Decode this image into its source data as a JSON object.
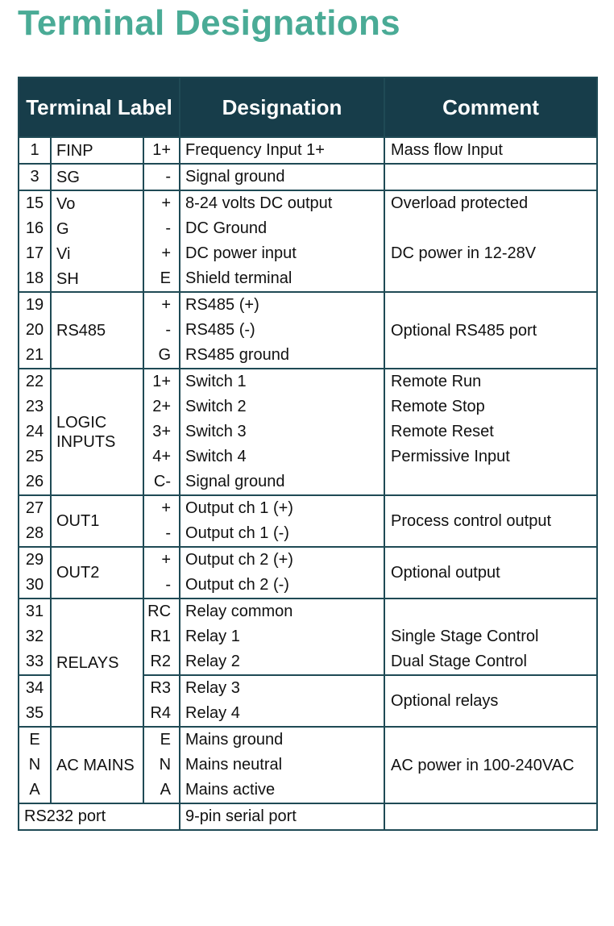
{
  "title": "Terminal Designations",
  "header": {
    "terminal_label": "Terminal Label",
    "designation": "Designation",
    "comment": "Comment"
  },
  "colors": {
    "title": "#4aab96",
    "header_bg": "#173d4a",
    "border": "#1f4a55"
  },
  "groups": [
    {
      "label": "FINP",
      "subgroups": [
        {
          "rows": [
            {
              "num": "1",
              "sign": "1+",
              "desig": "Frequency Input 1+",
              "comment": "Mass flow Input"
            }
          ]
        }
      ]
    },
    {
      "label": "SG",
      "subgroups": [
        {
          "rows": [
            {
              "num": "3",
              "sign": "-",
              "desig": "Signal ground",
              "comment": ""
            }
          ]
        }
      ]
    },
    {
      "label": null,
      "subgroups": [
        {
          "rows": [
            {
              "num": "15",
              "lab": "Vo",
              "sign": "+",
              "desig": "8-24 volts DC output",
              "comment": "Overload protected"
            },
            {
              "num": "16",
              "lab": "G",
              "sign": "-",
              "desig": "DC Ground",
              "comment": ""
            },
            {
              "num": "17",
              "lab": "Vi",
              "sign": "+",
              "desig": "DC power input",
              "comment": "DC power in 12-28V"
            },
            {
              "num": "18",
              "lab": "SH",
              "sign": "E",
              "desig": "Shield terminal",
              "comment": ""
            }
          ]
        }
      ]
    },
    {
      "label": "RS485",
      "subgroups": [
        {
          "span_comment": "Optional RS485 port",
          "rows": [
            {
              "num": "19",
              "sign": "+",
              "desig": "RS485 (+)"
            },
            {
              "num": "20",
              "sign": "-",
              "desig": "RS485 (-)"
            },
            {
              "num": "21",
              "sign": "G",
              "desig": "RS485 ground"
            }
          ]
        }
      ]
    },
    {
      "label": "LOGIC INPUTS",
      "subgroups": [
        {
          "rows": [
            {
              "num": "22",
              "sign": "1+",
              "desig": "Switch 1",
              "comment": "Remote Run"
            },
            {
              "num": "23",
              "sign": "2+",
              "desig": "Switch 2",
              "comment": "Remote Stop"
            },
            {
              "num": "24",
              "sign": "3+",
              "desig": "Switch 3",
              "comment": "Remote Reset"
            },
            {
              "num": "25",
              "sign": "4+",
              "desig": "Switch 4",
              "comment": "Permissive Input"
            },
            {
              "num": "26",
              "sign": "C-",
              "desig": "Signal ground",
              "comment": ""
            }
          ]
        }
      ]
    },
    {
      "label": "OUT1",
      "subgroups": [
        {
          "span_comment": "Process control output",
          "rows": [
            {
              "num": "27",
              "sign": "+",
              "desig": "Output ch 1 (+)"
            },
            {
              "num": "28",
              "sign": "-",
              "desig": "Output ch 1 (-)"
            }
          ]
        }
      ]
    },
    {
      "label": "OUT2",
      "subgroups": [
        {
          "span_comment": "Optional output",
          "rows": [
            {
              "num": "29",
              "sign": "+",
              "desig": "Output ch 2 (+)"
            },
            {
              "num": "30",
              "sign": "-",
              "desig": "Output ch 2 (-)"
            }
          ]
        }
      ]
    },
    {
      "label": "RELAYS",
      "subgroups": [
        {
          "rows": [
            {
              "num": "31",
              "sign": "RC",
              "desig": "Relay common",
              "comment": ""
            },
            {
              "num": "32",
              "sign": "R1",
              "desig": "Relay 1",
              "comment": "Single Stage Control"
            },
            {
              "num": "33",
              "sign": "R2",
              "desig": "Relay 2",
              "comment": "Dual Stage Control"
            }
          ]
        },
        {
          "span_comment": "Optional relays",
          "rows": [
            {
              "num": "34",
              "sign": "R3",
              "desig": "Relay 3"
            },
            {
              "num": "35",
              "sign": "R4",
              "desig": "Relay 4"
            }
          ]
        }
      ]
    },
    {
      "label": "AC MAINS",
      "subgroups": [
        {
          "span_comment": "AC power in 100-240VAC",
          "rows": [
            {
              "num": "E",
              "sign": "E",
              "desig": "Mains ground"
            },
            {
              "num": "N",
              "sign": "N",
              "desig": "Mains neutral"
            },
            {
              "num": "A",
              "sign": "A",
              "desig": "Mains active"
            }
          ]
        }
      ]
    }
  ],
  "footer_row": {
    "label": "RS232 port",
    "desig": "9-pin serial port",
    "comment": ""
  }
}
